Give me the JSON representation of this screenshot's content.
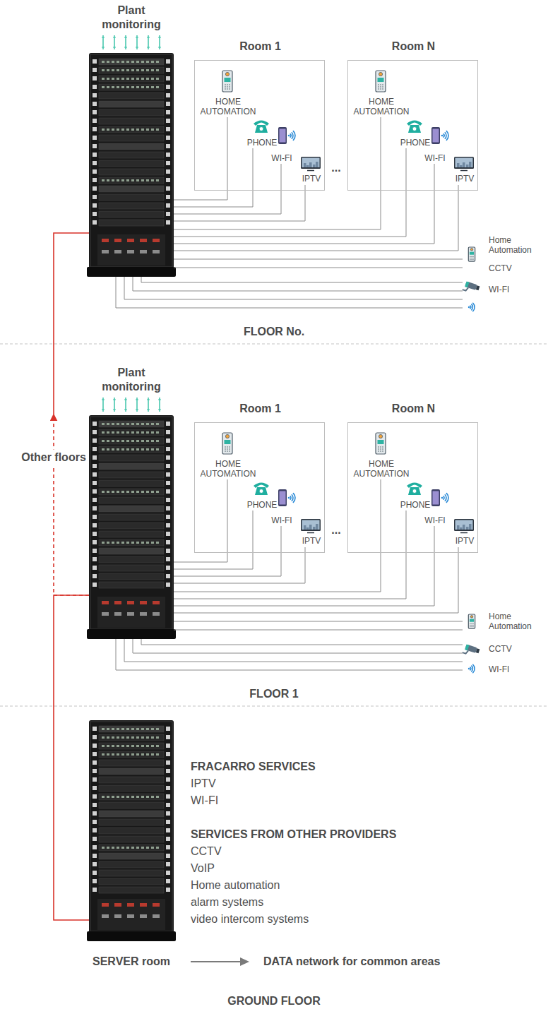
{
  "diagram": {
    "nodes": [
      {
        "text": [
          "Plant monitoring"
        ]
      },
      {
        "text": [
          "Room 1",
          "HOME AUTOMATION",
          "PHONE",
          "WI-FI",
          "IPTV"
        ]
      },
      {
        "text": [
          "Room N",
          "HOME AUTOMATION",
          "PHONE",
          "WI-FI",
          "IPTV"
        ]
      },
      {
        "text": [
          "Plant monitoring"
        ]
      },
      {
        "text": [
          "Room 1",
          "HOME AUTOMATION",
          "PHONE",
          "WI-FI",
          "IPTV"
        ]
      },
      {
        "text": [
          "Room N",
          "HOME AUTOMATION",
          "PHONE",
          "WI-FI",
          "IPTV"
        ]
      },
      {
        "text": [
          "SERVER room"
        ]
      }
    ],
    "edges": [
      {
        "from": 6,
        "to": 3,
        "arrow": "none"
      },
      {
        "from": 3,
        "to": 0,
        "label": "Other floors",
        "arrow": "to"
      }
    ],
    "labels": [
      "...",
      "Home Automation",
      "CCTV",
      "WI-FI",
      "FLOOR No.",
      "...",
      "Home Automation",
      "CCTV",
      "WI-FI",
      "FLOOR 1",
      "FRACARRO SERVICES",
      "IPTV",
      "WI-FI",
      "SERVICES FROM OTHER PROVIDERS",
      "CCTV",
      "VoIP",
      "Home automation",
      "alarm systems",
      "video intercom systems",
      "DATA network for common areas",
      "GROUND FLOOR"
    ]
  }
}
